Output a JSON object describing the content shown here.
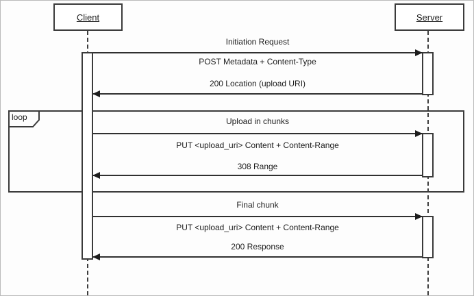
{
  "diagram": {
    "type": "uml-sequence-diagram",
    "actors": [
      {
        "name": "Client"
      },
      {
        "name": "Server"
      }
    ],
    "loop_fragment": {
      "label": "loop"
    },
    "sections": [
      {
        "title": "Initiation Request",
        "request": "POST Metadata + Content-Type",
        "response": "200 Location (upload URI)"
      },
      {
        "title": "Upload in chunks",
        "request": "PUT <upload_uri> Content + Content-Range",
        "response": "308 Range"
      },
      {
        "title": "Final chunk",
        "request": "PUT <upload_uri> Content + Content-Range",
        "response": "200 Response"
      }
    ],
    "colors": {
      "line": "#3a3a3a",
      "text": "#1c1c1c",
      "background": "#fdfdfd",
      "outer_border": "#b9b9b9"
    }
  }
}
